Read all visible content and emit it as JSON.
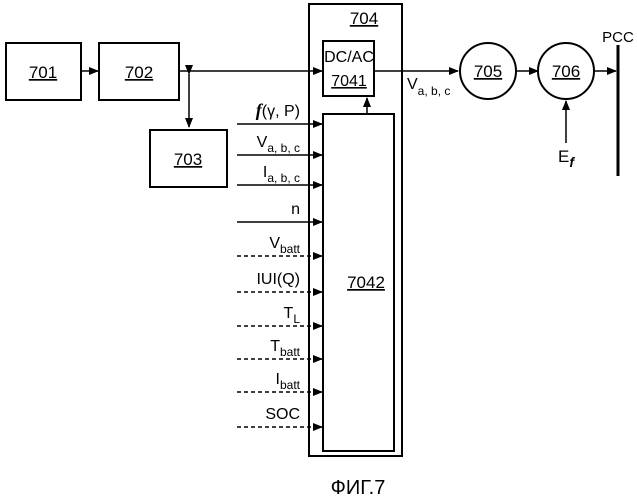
{
  "blocks": {
    "b701": "701",
    "b702": "702",
    "b703": "703",
    "b704": "704",
    "b7041_top": "DC/AC",
    "b7041_num": "7041",
    "b7042": "7042",
    "b705": "705",
    "b706": "706"
  },
  "output": {
    "v_main": "V",
    "v_sub": "a, b, c",
    "pcc": "PCC",
    "ef_main": "E",
    "ef_sub": "f"
  },
  "inputs": [
    {
      "main": "f",
      "rest": "(γ, P)",
      "sub": "",
      "style": "solid"
    },
    {
      "main": "V",
      "rest": "",
      "sub": "a, b, c",
      "style": "solid"
    },
    {
      "main": "I",
      "rest": "",
      "sub": "a, b, c",
      "style": "solid"
    },
    {
      "main": "n",
      "rest": "",
      "sub": "",
      "style": "solid"
    },
    {
      "main": "V",
      "rest": "",
      "sub": "batt",
      "style": "dashed"
    },
    {
      "main": "IUI(Q)",
      "rest": "",
      "sub": "",
      "style": "dashed"
    },
    {
      "main": "T",
      "rest": "",
      "sub": "L",
      "style": "dashed"
    },
    {
      "main": "T",
      "rest": "",
      "sub": "batt",
      "style": "dashed"
    },
    {
      "main": "I",
      "rest": "",
      "sub": "batt",
      "style": "dashed"
    },
    {
      "main": "SOC",
      "rest": "",
      "sub": "",
      "style": "dashed"
    }
  ],
  "caption": "ФИГ.7"
}
